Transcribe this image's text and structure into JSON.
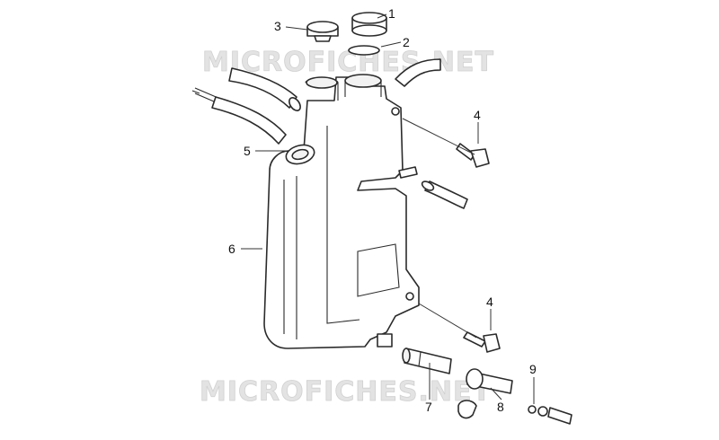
{
  "watermark": {
    "text": "MICROFICHES.NET"
  },
  "callouts": [
    {
      "label": "1",
      "part": "filler-cap"
    },
    {
      "label": "2",
      "part": "o-ring"
    },
    {
      "label": "3",
      "part": "vent-cap"
    },
    {
      "label": "4",
      "part": "upper-bolt"
    },
    {
      "label": "5",
      "part": "grommet"
    },
    {
      "label": "6",
      "part": "tank"
    },
    {
      "label": "4",
      "part": "lower-bolt"
    },
    {
      "label": "7",
      "part": "outlet-pipe"
    },
    {
      "label": "8",
      "part": "tap-fitting"
    },
    {
      "label": "9",
      "part": "small-clip"
    }
  ]
}
